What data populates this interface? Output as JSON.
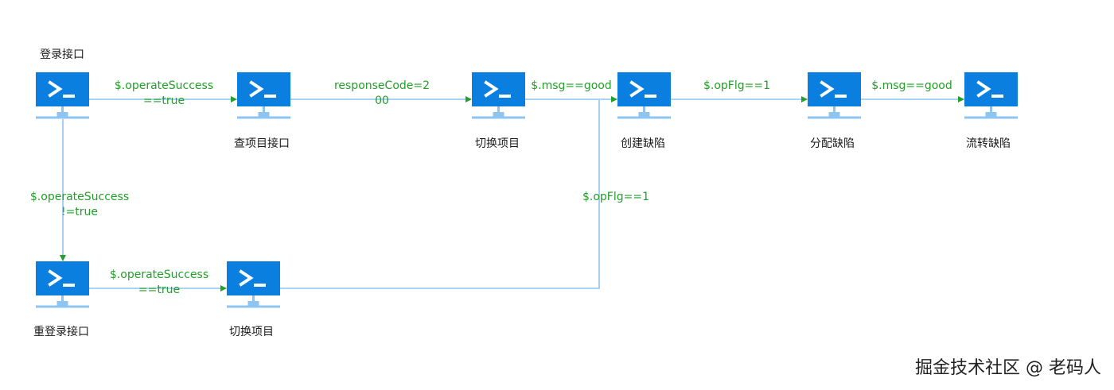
{
  "colors": {
    "node": "#0a7fe0",
    "line": "#8ec5f0",
    "arrow": "#22a02a",
    "edge_text": "#22a02a"
  },
  "nodes": {
    "login": {
      "label": "登录接口",
      "icon": "terminal-icon"
    },
    "query_project": {
      "label": "查项目接口",
      "icon": "terminal-icon"
    },
    "switch_project_top": {
      "label": "切换项目",
      "icon": "terminal-icon"
    },
    "create_defect": {
      "label": "创建缺陷",
      "icon": "terminal-icon"
    },
    "assign_defect": {
      "label": "分配缺陷",
      "icon": "terminal-icon"
    },
    "transfer_defect": {
      "label": "流转缺陷",
      "icon": "terminal-icon"
    },
    "relogin": {
      "label": "重登录接口",
      "icon": "terminal-icon"
    },
    "switch_project_bottom": {
      "label": "切换项目",
      "icon": "terminal-icon"
    }
  },
  "edges": {
    "login_to_query": {
      "line1": "$.operateSuccess",
      "line2": "==true"
    },
    "query_to_switch": {
      "line1": "responseCode=2",
      "line2": "00"
    },
    "switch_to_create": {
      "line1": "$.msg==good"
    },
    "create_to_assign": {
      "line1": "$.opFlg==1"
    },
    "assign_to_transfer": {
      "line1": "$.msg==good"
    },
    "login_to_relogin": {
      "line1": "$.operateSuccess",
      "line2": "!=true"
    },
    "relogin_to_switch": {
      "line1": "$.operateSuccess",
      "line2": "==true"
    },
    "switch_bottom_to_create": {
      "line1": "$.opFlg==1"
    }
  },
  "watermark": "掘金技术社区 @ 老码人"
}
